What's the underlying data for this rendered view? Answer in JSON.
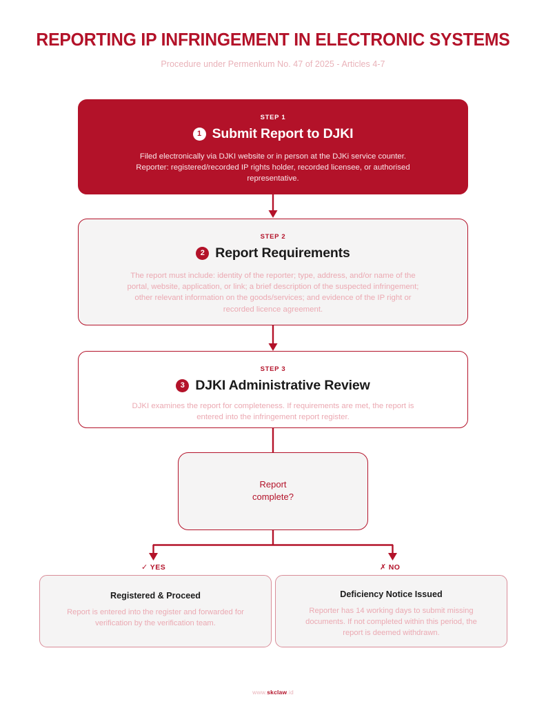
{
  "header": {
    "title": "REPORTING IP INFRINGEMENT IN ELECTRONIC SYSTEMS",
    "subtitle": "Procedure under Permenkum No. 47 of 2025 - Articles 4-7"
  },
  "colors": {
    "brand_crimson": "#B31229",
    "soft_pink": "#EBA9B2",
    "subtitle_pink": "#E9B2B9",
    "panel_grey": "#F5F4F4",
    "outcome_border": "#D98C98",
    "page_background": "#FFFFFF",
    "dark_text": "#1A1A1A"
  },
  "steps": [
    {
      "eyebrow": "STEP 1",
      "badge": "1",
      "title": "Submit Report to DJKI",
      "body": "Filed electronically via DJKI website or in person at the DJKi service counter. Reporter: registered/recorded IP rights holder, recorded licensee, or authorised representative."
    },
    {
      "eyebrow": "STEP 2",
      "badge": "2",
      "title": "Report Requirements",
      "body": "The report must include: identity of the reporter; type, address, and/or name of the portal, website, application, or link; a brief description of the suspected infringement; other relevant information on the goods/services; and evidence of the IP right or recorded licence agreement."
    },
    {
      "eyebrow": "STEP 3",
      "badge": "3",
      "title": "DJKI Administrative Review",
      "body": "DJKI examines the report for completeness. If requirements are met, the report is entered into the infringement report register."
    }
  ],
  "decision": {
    "line1": "Report",
    "line2": "complete?"
  },
  "branches": {
    "yes": {
      "glyph": "✓",
      "label": "YES"
    },
    "no": {
      "glyph": "✗",
      "label": "NO"
    }
  },
  "outcomes": [
    {
      "title": "Registered & Proceed",
      "body": "Report is entered into the register and forwarded for verification by the verification team."
    },
    {
      "title": "Deficiency Notice Issued",
      "body": "Reporter has 14 working days to submit missing documents. If not completed within this period, the report is deemed withdrawn."
    }
  ],
  "footer": {
    "prefix": "www.",
    "brand": "skclaw",
    "suffix": ".id"
  }
}
